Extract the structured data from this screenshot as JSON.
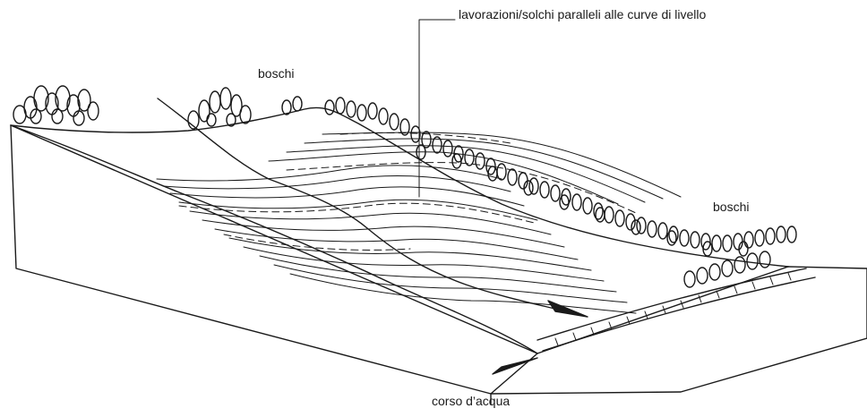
{
  "labels": {
    "furrows": "lavorazioni/solchi paralleli alle curve di livello",
    "woods_top": "boschi",
    "woods_right": "boschi",
    "watercourse": "corso d’acqua"
  },
  "style": {
    "ink": "#1a1a1a",
    "paper": "#ffffff"
  }
}
